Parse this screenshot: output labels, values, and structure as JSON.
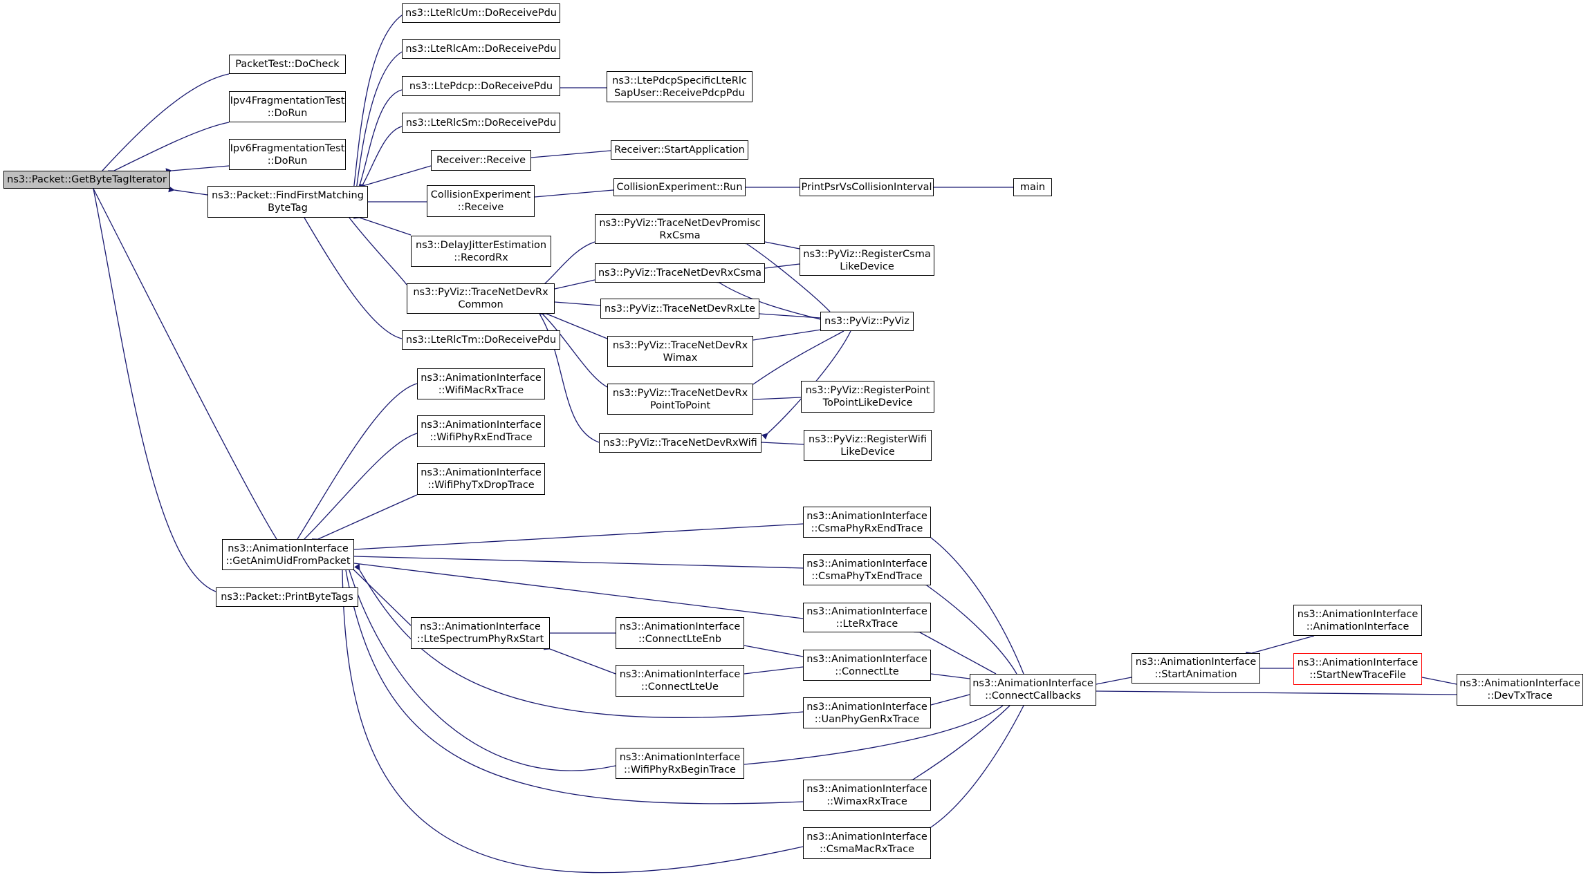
{
  "colors": {
    "edge": "#191970",
    "border": "#000000",
    "root_fill": "#bfbfbf",
    "highlight_border": "#ff0000"
  },
  "nodes": [
    {
      "id": "root",
      "lines": [
        "ns3::Packet::GetByteTagIterator"
      ],
      "root": true
    },
    {
      "id": "pt",
      "lines": [
        "PacketTest::DoCheck"
      ]
    },
    {
      "id": "ipv4",
      "lines": [
        "Ipv4FragmentationTest",
        "::DoRun"
      ]
    },
    {
      "id": "ipv6",
      "lines": [
        "Ipv6FragmentationTest",
        "::DoRun"
      ]
    },
    {
      "id": "ffm",
      "lines": [
        "ns3::Packet::FindFirstMatching",
        "ByteTag"
      ]
    },
    {
      "id": "ga",
      "lines": [
        "ns3::AnimationInterface",
        "::GetAnimUidFromPacket"
      ]
    },
    {
      "id": "pbt",
      "lines": [
        "ns3::Packet::PrintByteTags"
      ]
    },
    {
      "id": "um",
      "lines": [
        "ns3::LteRlcUm::DoReceivePdu"
      ]
    },
    {
      "id": "am",
      "lines": [
        "ns3::LteRlcAm::DoReceivePdu"
      ]
    },
    {
      "id": "pdcp",
      "lines": [
        "ns3::LtePdcp::DoReceivePdu"
      ]
    },
    {
      "id": "sapu",
      "lines": [
        "ns3::LtePdcpSpecificLteRlc",
        "SapUser::ReceivePdcpPdu"
      ]
    },
    {
      "id": "sm",
      "lines": [
        "ns3::LteRlcSm::DoReceivePdu"
      ]
    },
    {
      "id": "rr",
      "lines": [
        "Receiver::Receive"
      ]
    },
    {
      "id": "rsa",
      "lines": [
        "Receiver::StartApplication"
      ]
    },
    {
      "id": "cer",
      "lines": [
        "CollisionExperiment",
        "::Receive"
      ]
    },
    {
      "id": "cerun",
      "lines": [
        "CollisionExperiment::Run"
      ]
    },
    {
      "id": "ppsr",
      "lines": [
        "PrintPsrVsCollisionInterval"
      ]
    },
    {
      "id": "main",
      "lines": [
        "main"
      ]
    },
    {
      "id": "dje",
      "lines": [
        "ns3::DelayJitterEstimation",
        "::RecordRx"
      ]
    },
    {
      "id": "tndrc",
      "lines": [
        "ns3::PyViz::TraceNetDevRx",
        "Common"
      ]
    },
    {
      "id": "tm",
      "lines": [
        "ns3::LteRlcTm::DoReceivePdu"
      ]
    },
    {
      "id": "prx",
      "lines": [
        "ns3::PyViz::TraceNetDevPromisc",
        "RxCsma"
      ]
    },
    {
      "id": "rxcsma",
      "lines": [
        "ns3::PyViz::TraceNetDevRxCsma"
      ]
    },
    {
      "id": "rxlte",
      "lines": [
        "ns3::PyViz::TraceNetDevRxLte"
      ]
    },
    {
      "id": "rxwimax",
      "lines": [
        "ns3::PyViz::TraceNetDevRx",
        "Wimax"
      ]
    },
    {
      "id": "rxp2p",
      "lines": [
        "ns3::PyViz::TraceNetDevRx",
        "PointToPoint"
      ]
    },
    {
      "id": "rxwifi",
      "lines": [
        "ns3::PyViz::TraceNetDevRxWifi"
      ]
    },
    {
      "id": "regcsma",
      "lines": [
        "ns3::PyViz::RegisterCsma",
        "LikeDevice"
      ]
    },
    {
      "id": "pyviz",
      "lines": [
        "ns3::PyViz::PyViz"
      ]
    },
    {
      "id": "regp2p",
      "lines": [
        "ns3::PyViz::RegisterPoint",
        "ToPointLikeDevice"
      ]
    },
    {
      "id": "regwifi",
      "lines": [
        "ns3::PyViz::RegisterWifi",
        "LikeDevice"
      ]
    },
    {
      "id": "wmac",
      "lines": [
        "ns3::AnimationInterface",
        "::WifiMacRxTrace"
      ]
    },
    {
      "id": "wrxend",
      "lines": [
        "ns3::AnimationInterface",
        "::WifiPhyRxEndTrace"
      ]
    },
    {
      "id": "wtxdrop",
      "lines": [
        "ns3::AnimationInterface",
        "::WifiPhyTxDropTrace"
      ]
    },
    {
      "id": "csmarxend",
      "lines": [
        "ns3::AnimationInterface",
        "::CsmaPhyRxEndTrace"
      ]
    },
    {
      "id": "csmatxend",
      "lines": [
        "ns3::AnimationInterface",
        "::CsmaPhyTxEndTrace"
      ]
    },
    {
      "id": "lterx",
      "lines": [
        "ns3::AnimationInterface",
        "::LteRxTrace"
      ]
    },
    {
      "id": "ltespec",
      "lines": [
        "ns3::AnimationInterface",
        "::LteSpectrumPhyRxStart"
      ]
    },
    {
      "id": "cenb",
      "lines": [
        "ns3::AnimationInterface",
        "::ConnectLteEnb"
      ]
    },
    {
      "id": "cue",
      "lines": [
        "ns3::AnimationInterface",
        "::ConnectLteUe"
      ]
    },
    {
      "id": "clte",
      "lines": [
        "ns3::AnimationInterface",
        "::ConnectLte"
      ]
    },
    {
      "id": "uan",
      "lines": [
        "ns3::AnimationInterface",
        "::UanPhyGenRxTrace"
      ]
    },
    {
      "id": "wrxbegin",
      "lines": [
        "ns3::AnimationInterface",
        "::WifiPhyRxBeginTrace"
      ]
    },
    {
      "id": "wimax",
      "lines": [
        "ns3::AnimationInterface",
        "::WimaxRxTrace"
      ]
    },
    {
      "id": "csmamac",
      "lines": [
        "ns3::AnimationInterface",
        "::CsmaMacRxTrace"
      ]
    },
    {
      "id": "ccb",
      "lines": [
        "ns3::AnimationInterface",
        "::ConnectCallbacks"
      ]
    },
    {
      "id": "sanim",
      "lines": [
        "ns3::AnimationInterface",
        "::StartAnimation"
      ]
    },
    {
      "id": "aictor",
      "lines": [
        "ns3::AnimationInterface",
        "::AnimationInterface"
      ]
    },
    {
      "id": "sntf",
      "lines": [
        "ns3::AnimationInterface",
        "::StartNewTraceFile"
      ],
      "red": true
    },
    {
      "id": "devtx",
      "lines": [
        "ns3::AnimationInterface",
        "::DevTxTrace"
      ]
    }
  ]
}
